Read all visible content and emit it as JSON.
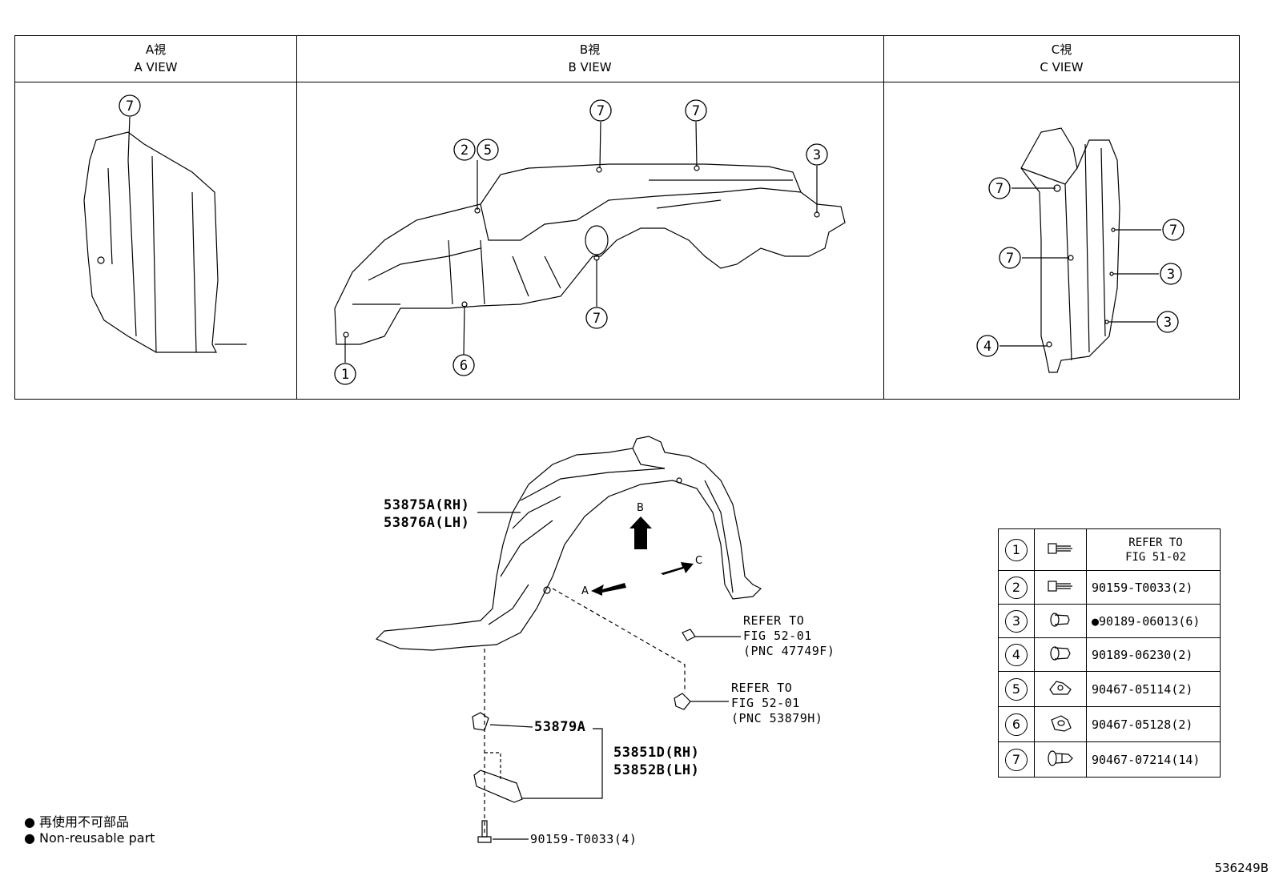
{
  "views": [
    {
      "title_jp": "A視",
      "title_en": "A VIEW"
    },
    {
      "title_jp": "B視",
      "title_en": "B VIEW"
    },
    {
      "title_jp": "C視",
      "title_en": "C VIEW"
    }
  ],
  "callouts": {
    "a_view": [
      "7"
    ],
    "b_view": [
      "7",
      "7",
      "2",
      "5",
      "3",
      "1",
      "6",
      "7"
    ],
    "c_view": [
      "7",
      "7",
      "7",
      "3",
      "3",
      "4"
    ]
  },
  "main": {
    "liner_rh": "53875A(RH)",
    "liner_lh": "53876A(LH)",
    "arrow_a": "A",
    "arrow_b": "B",
    "arrow_c": "C",
    "ref1": "REFER TO\nFIG 52-01\n(PNC 47749F)",
    "ref2": "REFER TO\nFIG 52-01\n(PNC 53879H)",
    "clip": "53879A",
    "seal_rh": "53851D(RH)",
    "seal_lh": "53852B(LH)",
    "bolt": "90159-T0033(4)"
  },
  "parts_table": [
    {
      "num": "1",
      "icon": "bolt-icon",
      "part": "REFER TO\nFIG 51-02"
    },
    {
      "num": "2",
      "icon": "bolt-icon",
      "part": "90159-T0033(2)"
    },
    {
      "num": "3",
      "icon": "clip-icon",
      "part": "●90189-06013(6)"
    },
    {
      "num": "4",
      "icon": "clip-icon",
      "part": "90189-06230(2)"
    },
    {
      "num": "5",
      "icon": "nut-icon",
      "part": "90467-05114(2)"
    },
    {
      "num": "6",
      "icon": "nut-icon",
      "part": "90467-05128(2)"
    },
    {
      "num": "7",
      "icon": "push-clip-icon",
      "part": "90467-07214(14)"
    }
  ],
  "legend": {
    "line1": "● 再使用不可部品",
    "line2": "● Non-reusable part"
  },
  "figure_id": "536249B"
}
